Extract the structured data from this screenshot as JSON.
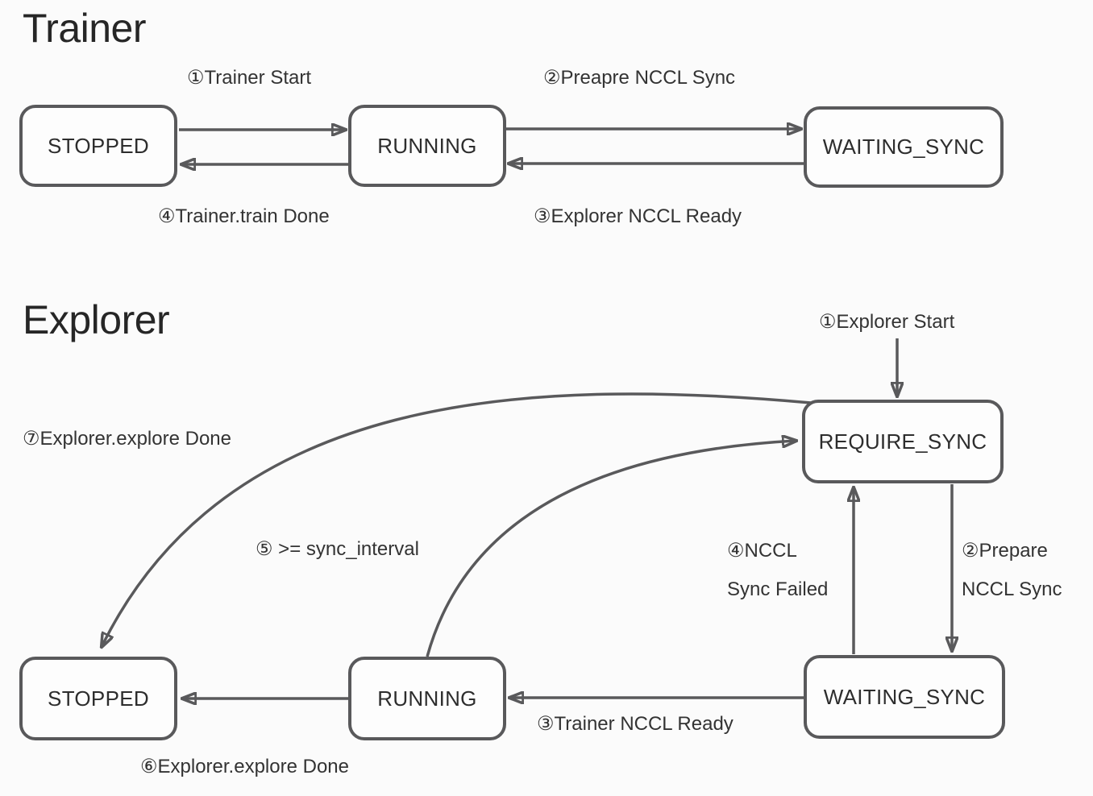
{
  "colors": {
    "background": "#fbfbfb",
    "line": "#59595b",
    "box_border": "#59595b",
    "box_fill": "#fdfdfd",
    "text": "#333333",
    "title_text": "#262626"
  },
  "trainer": {
    "title": "Trainer",
    "states": [
      {
        "id": "stopped",
        "label": "STOPPED"
      },
      {
        "id": "running",
        "label": "RUNNING"
      },
      {
        "id": "waiting_sync",
        "label": "WAITING_SYNC"
      }
    ],
    "transitions": [
      {
        "label": "①Trainer Start",
        "from": "STOPPED",
        "to": "RUNNING"
      },
      {
        "label": "②Preapre NCCL Sync",
        "from": "RUNNING",
        "to": "WAITING_SYNC"
      },
      {
        "label": "③Explorer NCCL Ready",
        "from": "WAITING_SYNC",
        "to": "RUNNING"
      },
      {
        "label": "④Trainer.train Done",
        "from": "RUNNING",
        "to": "STOPPED"
      }
    ]
  },
  "explorer": {
    "title": "Explorer",
    "states": [
      {
        "id": "require_sync",
        "label": "REQUIRE_SYNC"
      },
      {
        "id": "stopped",
        "label": "STOPPED"
      },
      {
        "id": "running",
        "label": "RUNNING"
      },
      {
        "id": "waiting_sync",
        "label": "WAITING_SYNC"
      }
    ],
    "transitions": [
      {
        "label": "①Explorer Start",
        "to": "REQUIRE_SYNC"
      },
      {
        "label_lines": [
          "②Prepare",
          "NCCL Sync"
        ],
        "from": "REQUIRE_SYNC",
        "to": "WAITING_SYNC"
      },
      {
        "label": "③Trainer NCCL Ready",
        "from": "WAITING_SYNC",
        "to": "RUNNING"
      },
      {
        "label_lines": [
          "④NCCL",
          "Sync Failed"
        ],
        "from": "WAITING_SYNC",
        "to": "REQUIRE_SYNC"
      },
      {
        "label": "⑤ >= sync_interval",
        "from": "RUNNING",
        "to": "REQUIRE_SYNC"
      },
      {
        "label": "⑥Explorer.explore Done",
        "from": "RUNNING",
        "to": "STOPPED"
      },
      {
        "label": "⑦Explorer.explore Done",
        "from": "REQUIRE_SYNC",
        "to": "STOPPED"
      }
    ]
  }
}
